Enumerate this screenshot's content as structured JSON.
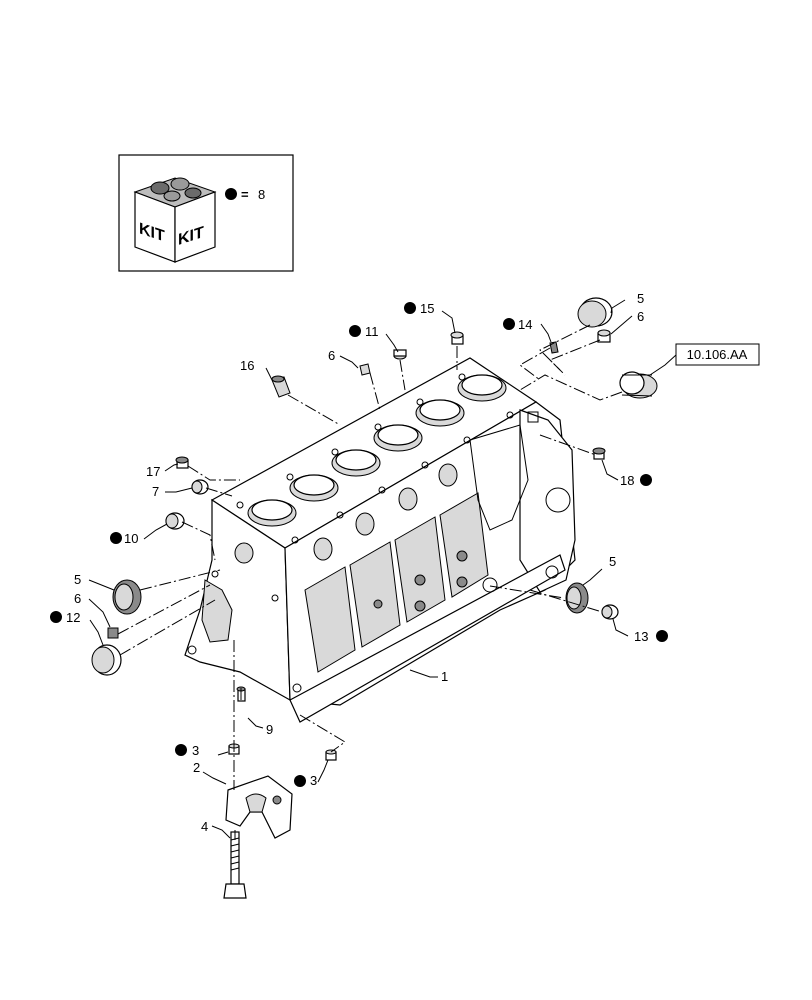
{
  "kit_legend": {
    "kit_label_left": "KIT",
    "kit_label_right": "KIT",
    "equals_sign": "=",
    "kit_item": "8"
  },
  "reference": {
    "label": "10.106.AA"
  },
  "callouts": [
    {
      "id": "c1",
      "label": "1"
    },
    {
      "id": "c2",
      "label": "2"
    },
    {
      "id": "c3a",
      "label": "3"
    },
    {
      "id": "c3b",
      "label": "3"
    },
    {
      "id": "c4",
      "label": "4"
    },
    {
      "id": "c5a",
      "label": "5"
    },
    {
      "id": "c5b",
      "label": "5"
    },
    {
      "id": "c5c",
      "label": "5"
    },
    {
      "id": "c6a",
      "label": "6"
    },
    {
      "id": "c6b",
      "label": "6"
    },
    {
      "id": "c6c",
      "label": "6"
    },
    {
      "id": "c7",
      "label": "7"
    },
    {
      "id": "c9",
      "label": "9"
    },
    {
      "id": "c10",
      "label": "10"
    },
    {
      "id": "c11",
      "label": "11"
    },
    {
      "id": "c12",
      "label": "12"
    },
    {
      "id": "c13",
      "label": "13"
    },
    {
      "id": "c14",
      "label": "14"
    },
    {
      "id": "c15",
      "label": "15"
    },
    {
      "id": "c16",
      "label": "16"
    },
    {
      "id": "c17",
      "label": "17"
    },
    {
      "id": "c18",
      "label": "18"
    }
  ]
}
